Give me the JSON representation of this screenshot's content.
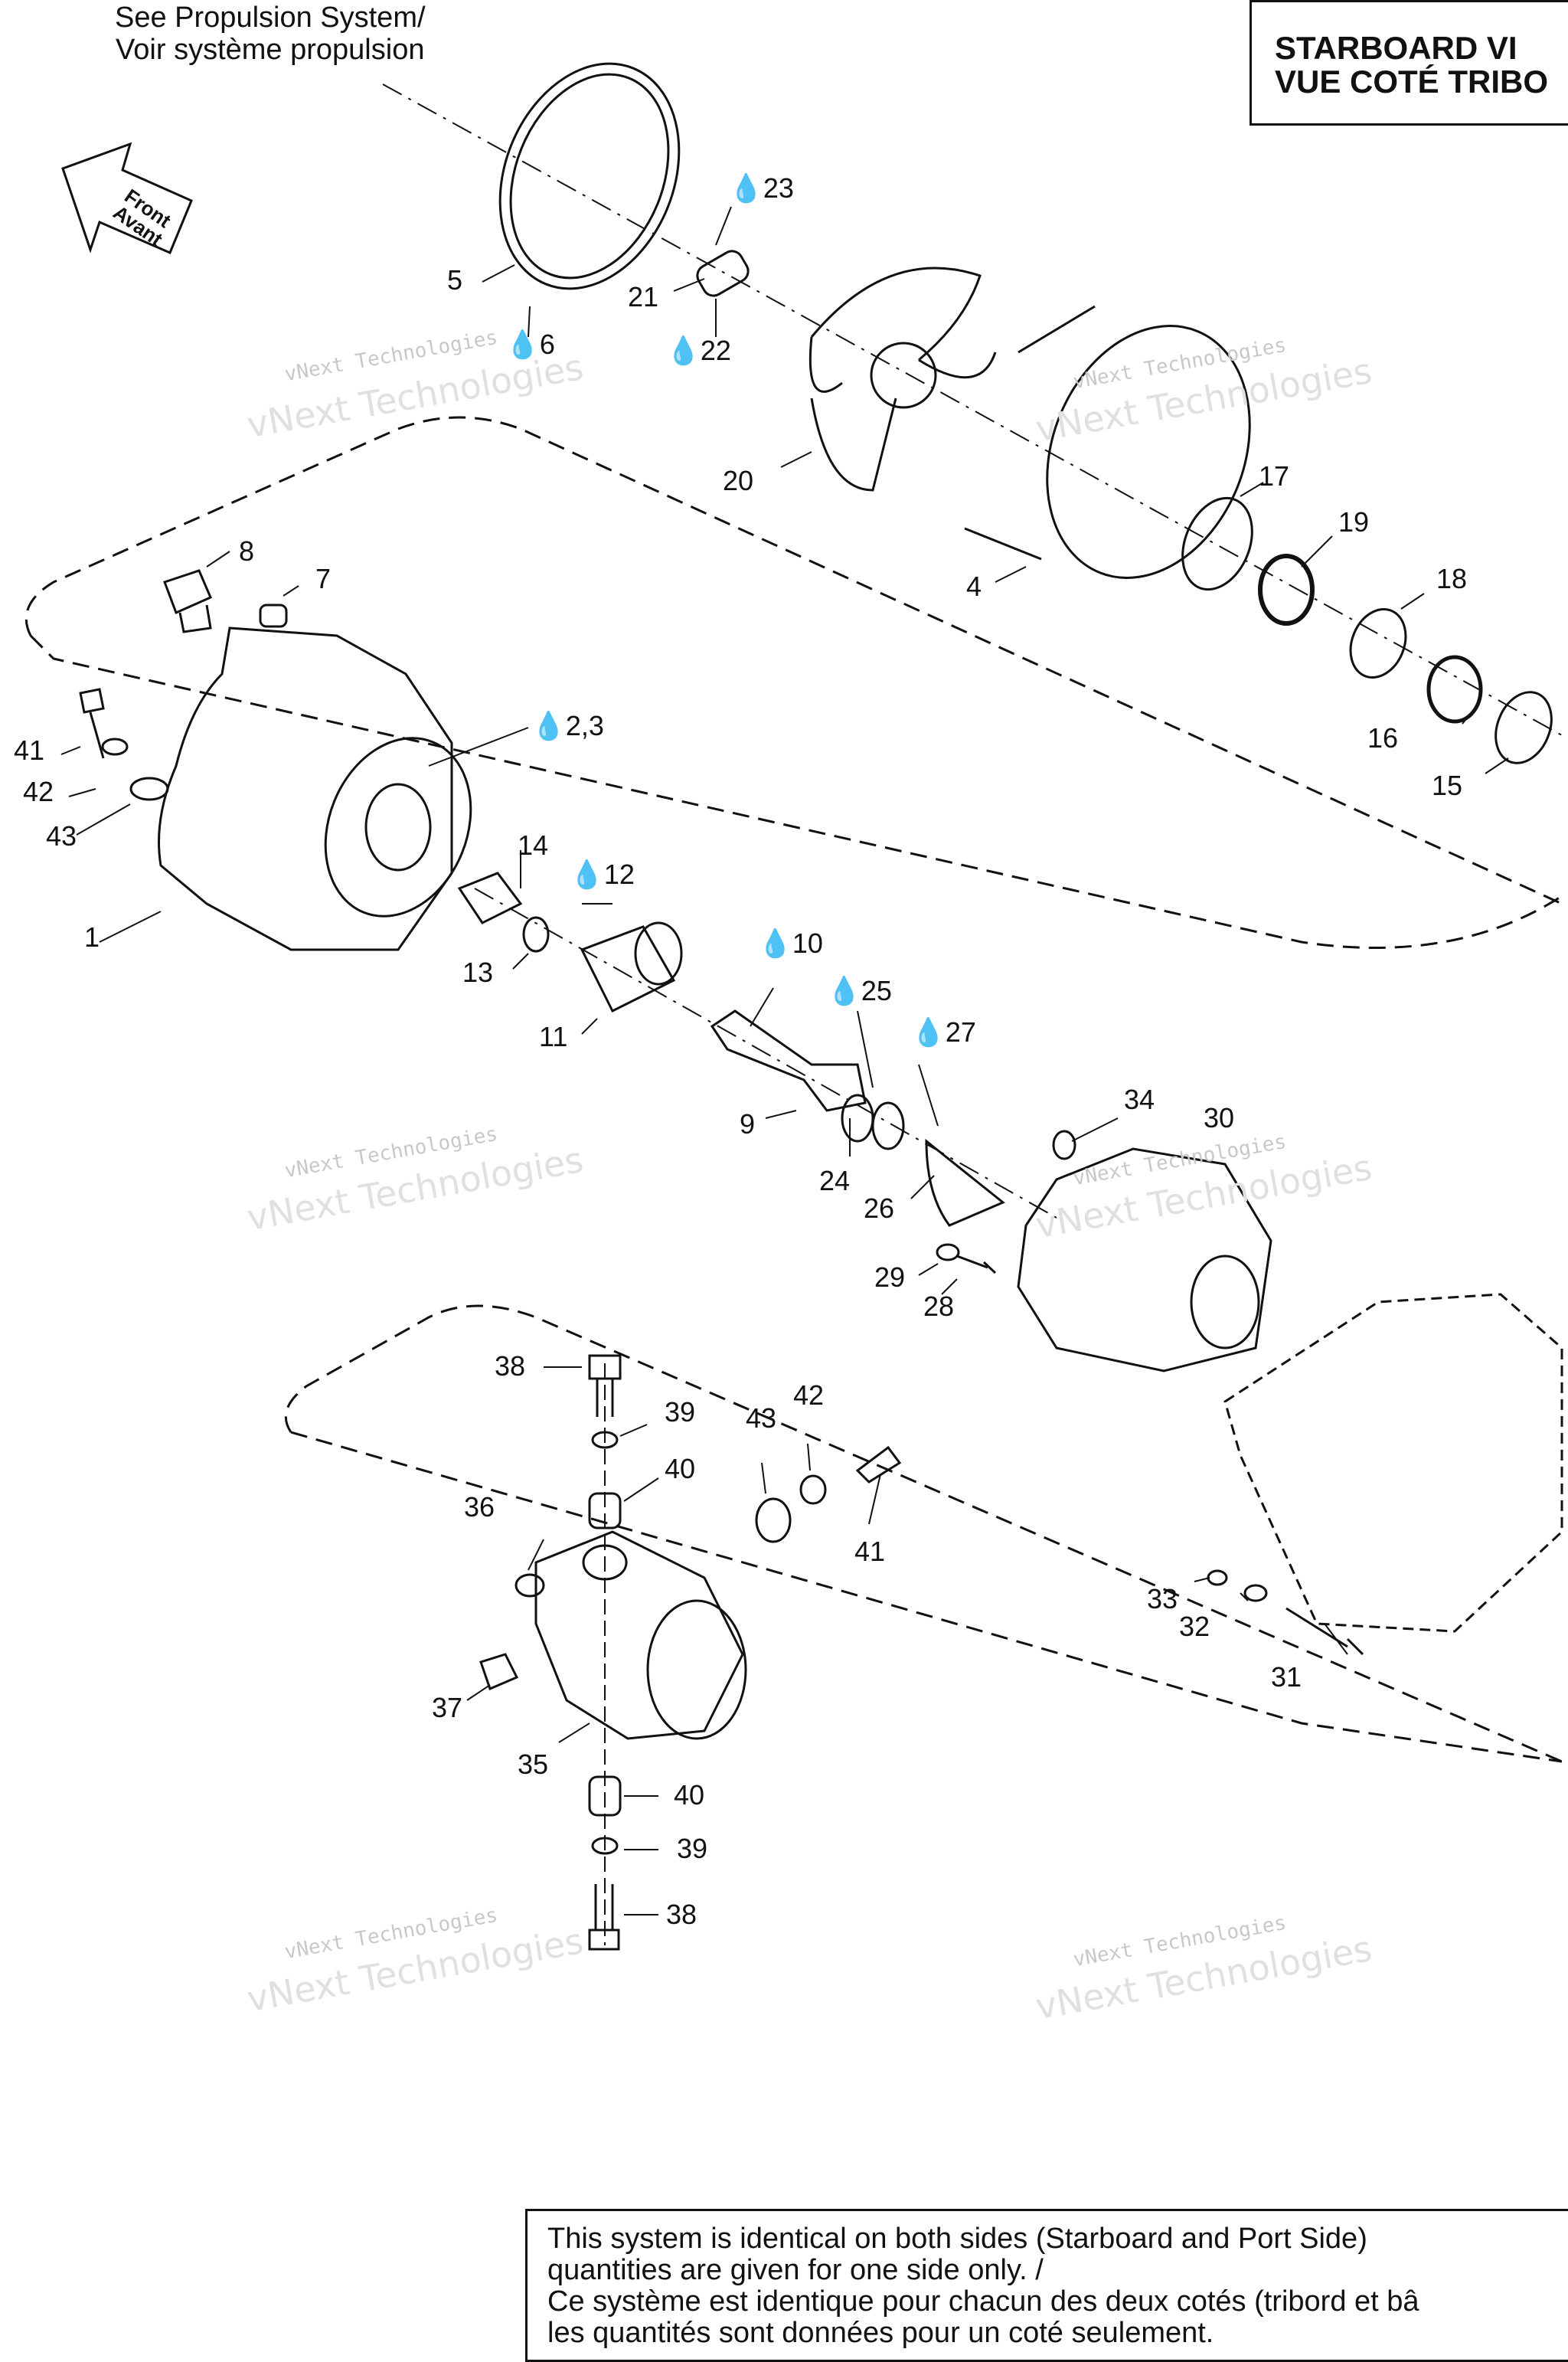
{
  "header": {
    "see_ref_line1": "See Propulsion System/",
    "see_ref_line2": "Voir système propulsion",
    "view_title_line1": "STARBOARD VI",
    "view_title_line2": "VUE COTÉ TRIBO"
  },
  "direction": {
    "front": "Front",
    "avant": "Avant"
  },
  "watermark": {
    "line1": "vNext Technologies",
    "line2": "vNext Technologies"
  },
  "labels": {
    "p1": "1",
    "p23": "2,3",
    "p4": "4",
    "p5": "5",
    "p6": "6",
    "p7": "7",
    "p8": "8",
    "p9": "9",
    "p10": "10",
    "p11": "11",
    "p12": "12",
    "p13": "13",
    "p14": "14",
    "p15": "15",
    "p16": "16",
    "p17": "17",
    "p18": "18",
    "p19": "19",
    "p20": "20",
    "p21": "21",
    "p22": "22",
    "p23b": "23",
    "p24": "24",
    "p25": "25",
    "p26": "26",
    "p27": "27",
    "p28": "28",
    "p29": "29",
    "p30": "30",
    "p31": "31",
    "p32": "32",
    "p33": "33",
    "p34": "34",
    "p35": "35",
    "p36": "36",
    "p37": "37",
    "p38a": "38",
    "p38b": "38",
    "p39a": "39",
    "p39b": "39",
    "p40a": "40",
    "p40b": "40",
    "p41a": "41",
    "p41b": "41",
    "p42a": "42",
    "p42b": "42",
    "p43a": "43",
    "p43b": "43"
  },
  "note": {
    "line1": "This system is identical on both sides (Starboard and Port Side)",
    "line2": "quantities are given for one side only. /",
    "line3": "Ce système est identique pour chacun des deux cotés (tribord et bâ",
    "line4": "les quantités sont données pour un coté seulement."
  }
}
